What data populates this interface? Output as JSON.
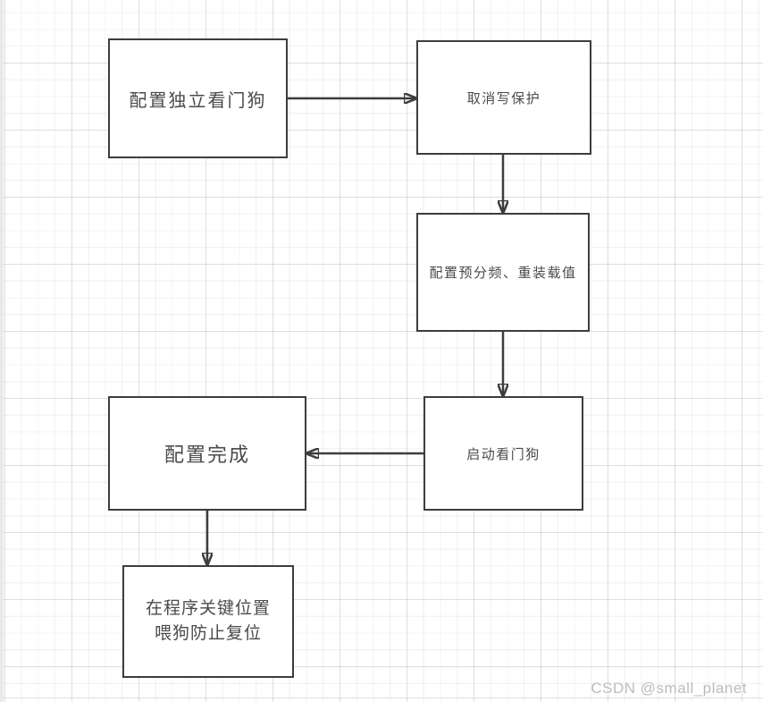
{
  "diagram": {
    "type": "flowchart",
    "nodes": [
      {
        "id": "configure-independent-watchdog",
        "label": "配置独立看门狗"
      },
      {
        "id": "cancel-write-protection",
        "label": "取消写保护"
      },
      {
        "id": "configure-prescaler-reload",
        "label": "配置预分频、重装载值"
      },
      {
        "id": "start-watchdog",
        "label": "启动看门狗"
      },
      {
        "id": "configuration-complete",
        "label": "配置完成"
      },
      {
        "id": "feed-dog-prevent-reset",
        "label": "在程序关键位置喂狗防止复位",
        "lines": [
          "在程序关键位置",
          "喂狗防止复位"
        ]
      }
    ],
    "edges": [
      {
        "from": "configure-independent-watchdog",
        "to": "cancel-write-protection",
        "direction": "right"
      },
      {
        "from": "cancel-write-protection",
        "to": "configure-prescaler-reload",
        "direction": "down"
      },
      {
        "from": "configure-prescaler-reload",
        "to": "start-watchdog",
        "direction": "down"
      },
      {
        "from": "start-watchdog",
        "to": "configuration-complete",
        "direction": "left"
      },
      {
        "from": "configuration-complete",
        "to": "feed-dog-prevent-reset",
        "direction": "down"
      }
    ]
  },
  "watermark": {
    "text": "CSDN @small_planet"
  },
  "colors": {
    "node_border": "#3d3d3d",
    "node_text": "#4a4a4a",
    "arrow": "#3d3d3d",
    "grid_minor": "#f4f4f4",
    "grid_major": "#e9e9e9",
    "watermark_text": "#bcbcbc"
  }
}
